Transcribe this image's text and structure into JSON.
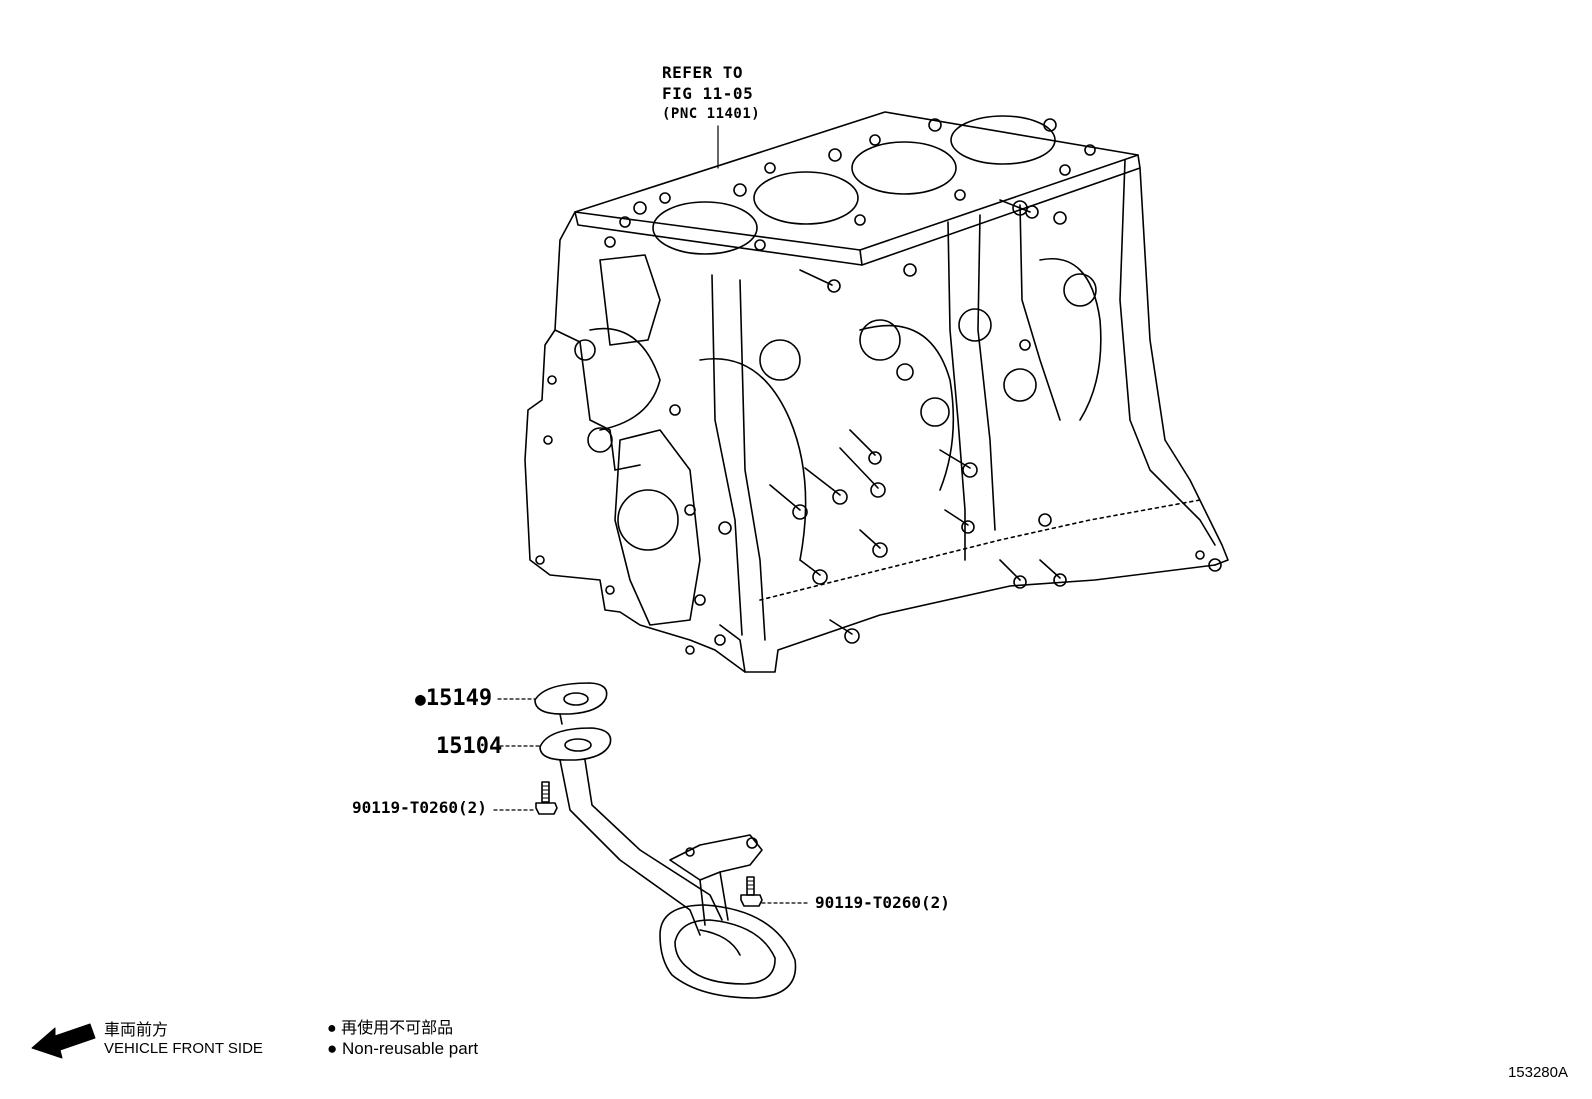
{
  "refer_note": {
    "line1": "REFER TO",
    "line2": "FIG 11-05",
    "line3": "(PNC 11401)"
  },
  "callouts": {
    "gasket_15149": {
      "number": "15149",
      "marker": "●"
    },
    "strainer_15104": {
      "number": "15104"
    },
    "bolt_upper": {
      "number": "90119-T0260(2)"
    },
    "bolt_lower": {
      "number": "90119-T0260(2)"
    }
  },
  "legend": {
    "front_jp": "車両前方",
    "front_en": "VEHICLE FRONT SIDE",
    "nonreuse_jp": "再使用不可部品",
    "nonreuse_en": "Non-reusable part",
    "bullet": "●"
  },
  "diagram_id": "153280A"
}
